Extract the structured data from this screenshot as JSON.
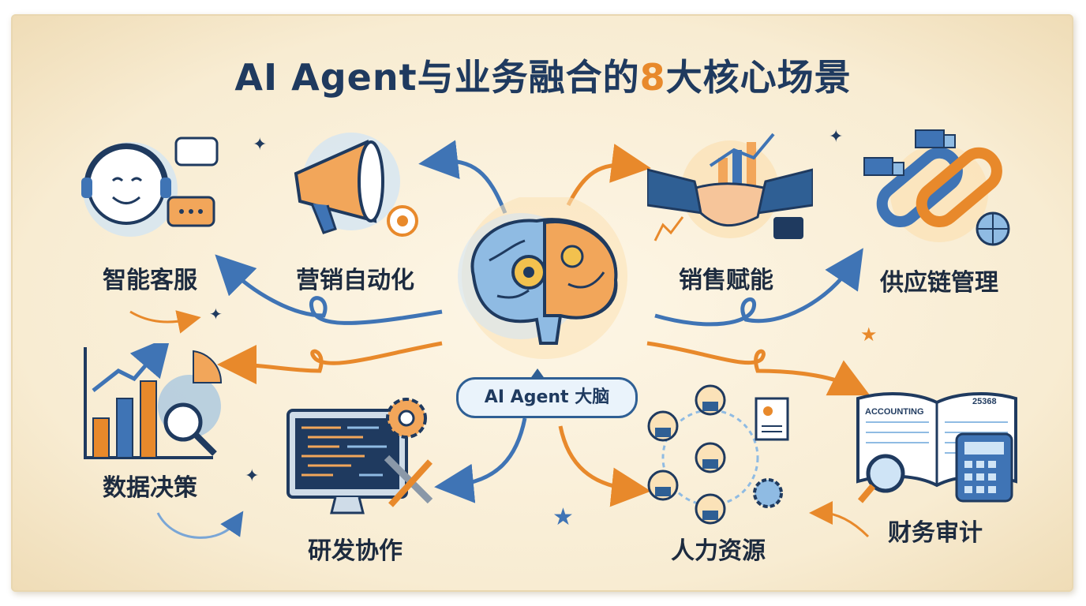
{
  "title": {
    "prefix": "AI Agent与业务融合的",
    "highlight": "8",
    "suffix": "大核心场景"
  },
  "center": {
    "label": "AI Agent 大脑",
    "icon": "brain-gear-icon"
  },
  "scenarios": [
    {
      "label": "智能客服",
      "icon": "customer-service-headset-icon"
    },
    {
      "label": "营销自动化",
      "icon": "megaphone-icon"
    },
    {
      "label": "销售赋能",
      "icon": "handshake-icon"
    },
    {
      "label": "供应链管理",
      "icon": "chain-link-icon"
    },
    {
      "label": "数据决策",
      "icon": "bar-chart-magnifier-icon"
    },
    {
      "label": "研发协作",
      "icon": "monitor-code-icon"
    },
    {
      "label": "人力资源",
      "icon": "people-network-icon"
    },
    {
      "label": "财务审计",
      "icon": "accounting-book-icon"
    }
  ],
  "accounting_book": {
    "heading": "ACCOUNTING",
    "number": "25368"
  },
  "colors": {
    "navy": "#1f3a5f",
    "blue": "#3f74b5",
    "orange": "#e8892b",
    "paper": "#f8ecd2"
  }
}
